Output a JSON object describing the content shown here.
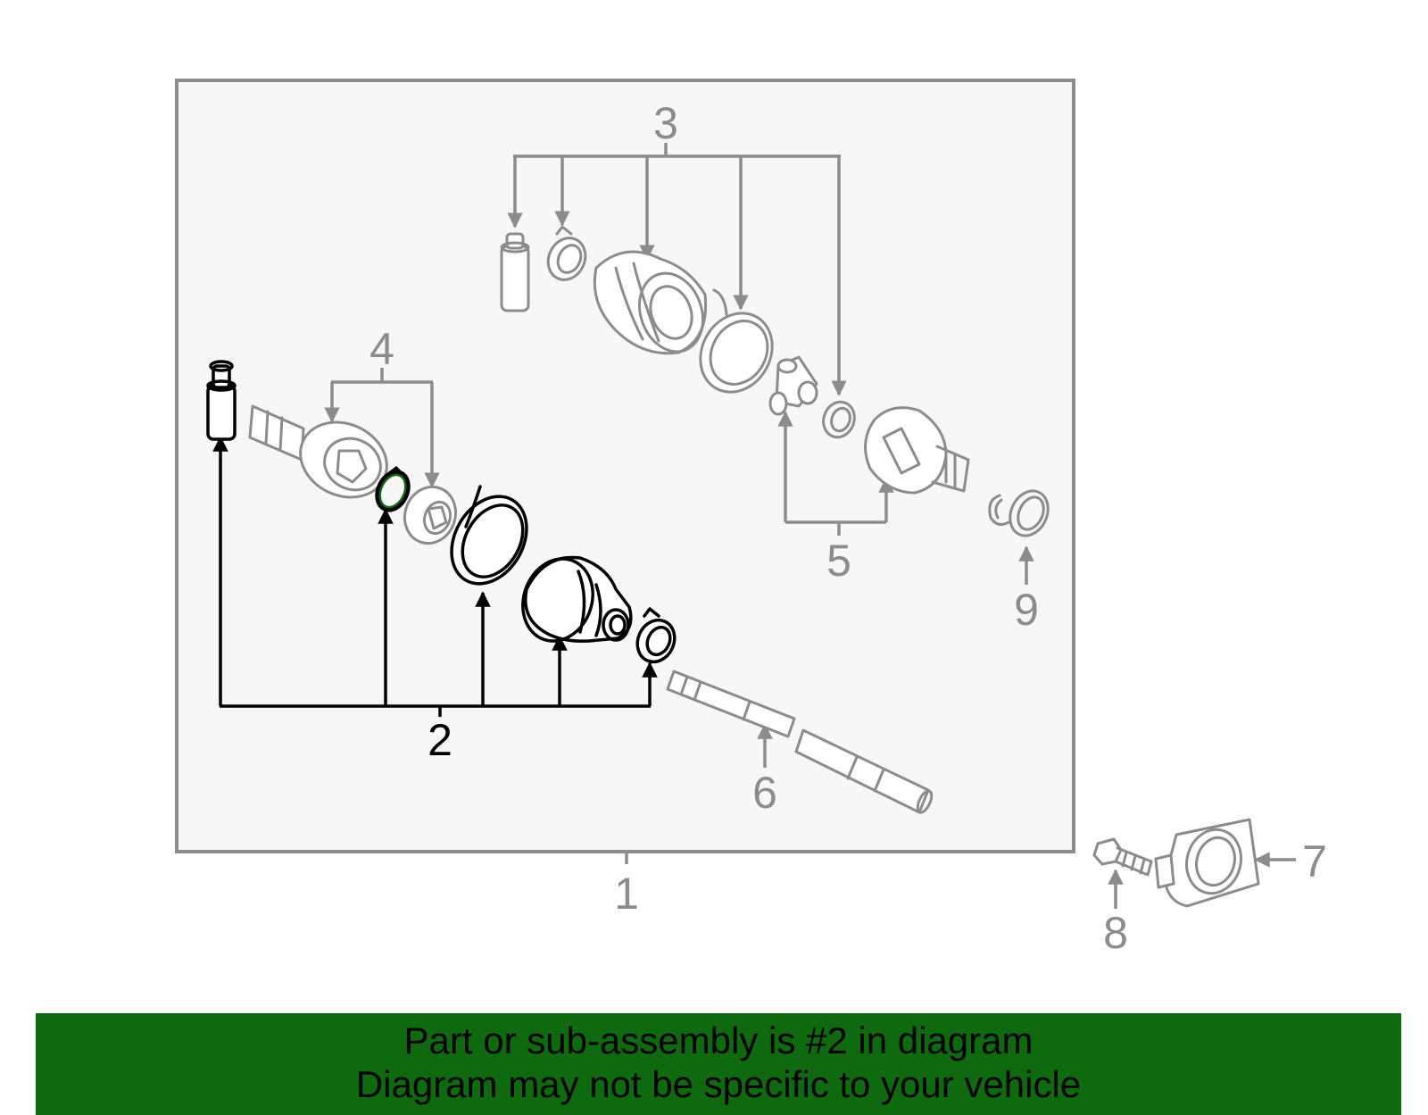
{
  "diagram": {
    "callouts": {
      "c1": "1",
      "c2": "2",
      "c3": "3",
      "c4": "4",
      "c5": "5",
      "c6": "6",
      "c7": "7",
      "c8": "8",
      "c9": "9"
    },
    "highlighted_part": "2",
    "colors": {
      "highlight": "#000000",
      "highlight_ring": "#0f6a0f",
      "other_parts": "#8c8c8c",
      "panel": "#f7f7f7"
    }
  },
  "banner": {
    "line1": "Part or sub-assembly is #2 in diagram",
    "line2": "Diagram may not be specific to your vehicle",
    "background": "#0f6a0f"
  }
}
